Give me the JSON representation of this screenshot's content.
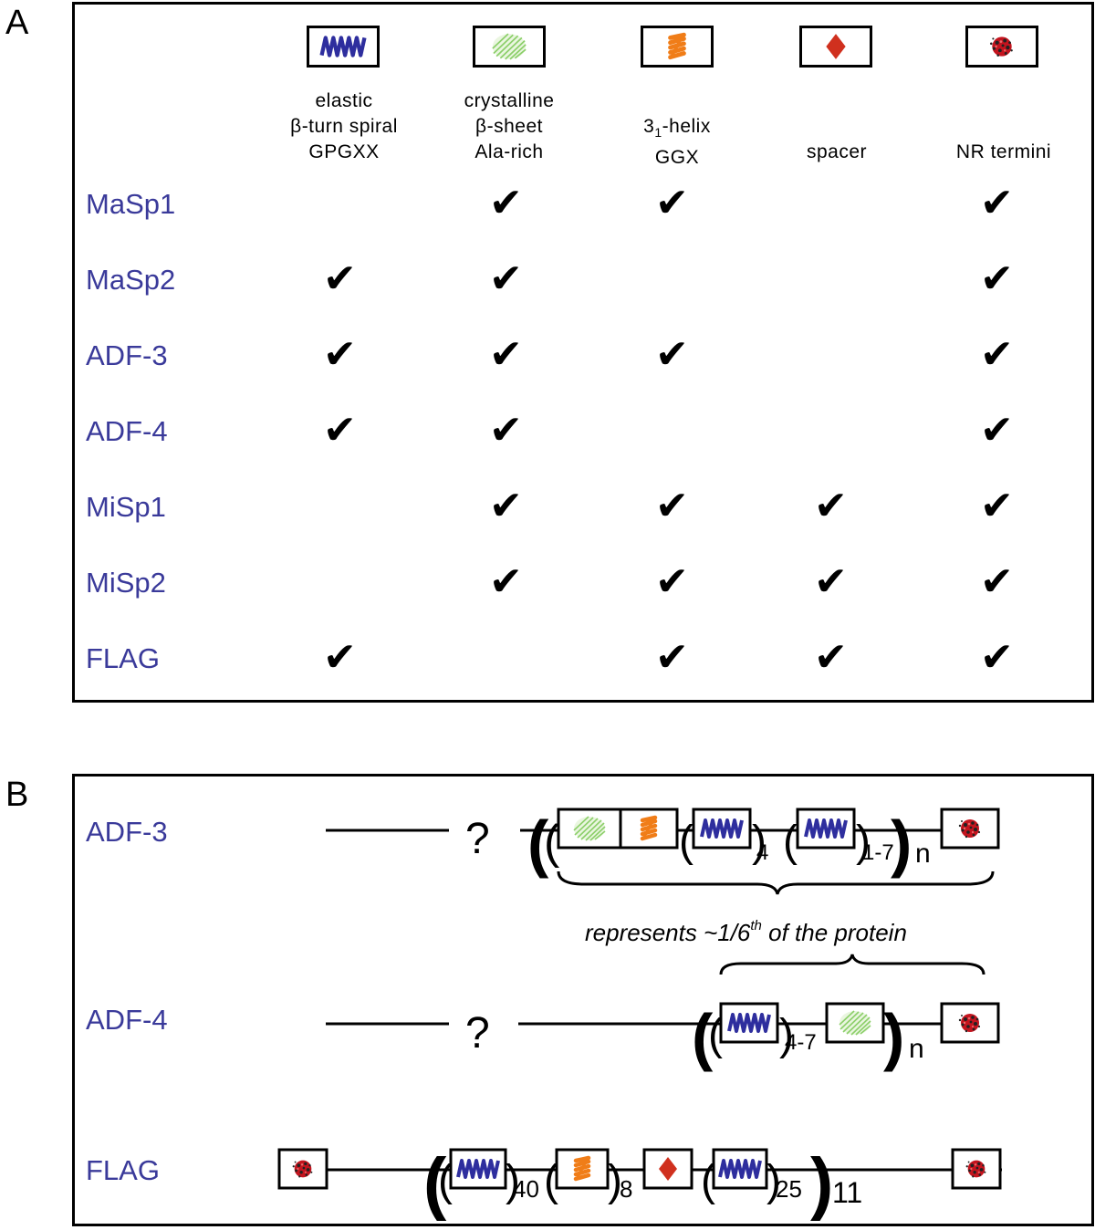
{
  "panel_a": {
    "letter": "A",
    "columns": [
      {
        "icon": "elastic-spring-icon",
        "lines": [
          "elastic",
          "β-turn spiral",
          "GPGXX"
        ]
      },
      {
        "icon": "crystalline-sheet-icon",
        "lines": [
          "crystalline",
          "β-sheet",
          "Ala-rich"
        ]
      },
      {
        "icon": "helix-icon",
        "lines": [
          "3",
          "1",
          "-helix",
          "GGX"
        ]
      },
      {
        "icon": "spacer-diamond-icon",
        "lines": [
          "spacer"
        ]
      },
      {
        "icon": "nr-termini-icon",
        "lines": [
          "NR termini"
        ]
      }
    ],
    "rows": [
      {
        "label": "MaSp1",
        "checks": [
          false,
          true,
          true,
          false,
          true
        ]
      },
      {
        "label": "MaSp2",
        "checks": [
          true,
          true,
          false,
          false,
          true
        ]
      },
      {
        "label": "ADF-3",
        "checks": [
          true,
          true,
          true,
          false,
          true
        ]
      },
      {
        "label": "ADF-4",
        "checks": [
          true,
          true,
          false,
          false,
          true
        ]
      },
      {
        "label": "MiSp1",
        "checks": [
          false,
          true,
          true,
          true,
          true
        ]
      },
      {
        "label": "MiSp2",
        "checks": [
          false,
          true,
          true,
          true,
          true
        ]
      },
      {
        "label": "FLAG",
        "checks": [
          true,
          false,
          true,
          true,
          true
        ]
      }
    ],
    "check_glyph": "✔"
  },
  "panel_b": {
    "letter": "B",
    "adf3": {
      "label": "ADF-3",
      "unknown": "?",
      "sub1": "4",
      "sub2": "1-7",
      "repeat": "n"
    },
    "note": {
      "text": "represents ~1/6",
      "sup": "th",
      "tail": " of the protein"
    },
    "adf4": {
      "label": "ADF-4",
      "unknown": "?",
      "sub1": "4-7",
      "repeat": "n"
    },
    "flag": {
      "label": "FLAG",
      "sub1": "40",
      "sub2": "8",
      "sub3": "25",
      "repeat": "11"
    }
  },
  "colors": {
    "label_blue": "#3a3a9a",
    "spring_blue": "#2e2e9e",
    "sheet_green": "#8ccf6a",
    "helix_orange": "#f07d18",
    "spacer_red": "#d0301e",
    "termini_red": "#c4141e"
  }
}
